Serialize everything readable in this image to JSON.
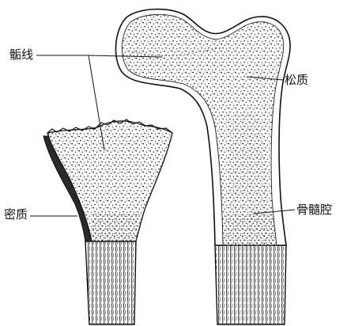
{
  "figure": {
    "labels": {
      "epiphyseal_line": "骺线",
      "spongy_bone": "松质",
      "compact_bone": "密质",
      "medullary_cavity": "骨髓腔"
    }
  }
}
